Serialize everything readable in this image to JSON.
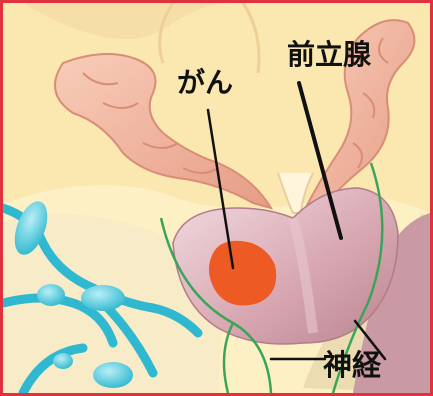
{
  "labels": {
    "cancer": "がん",
    "prostate": "前立腺",
    "nerve": "神経"
  },
  "colors": {
    "border": "#e0313f",
    "background": "#fdf0c4",
    "prostate": "#d9a9b3",
    "tumor": "#ee5a24",
    "nerve": "#3aa55a",
    "vessels": "#2fb8cf",
    "seminal_vesicle": "#f1b7a0",
    "leader_line": "#111111"
  },
  "icons": {
    "prostate": "prostate-gland-illustration",
    "tumor": "tumor-illustration",
    "nerve": "nerve-bundle-illustration",
    "vessels": "blood-vessel-illustration",
    "seminal_vesicle": "seminal-vesicle-illustration"
  }
}
